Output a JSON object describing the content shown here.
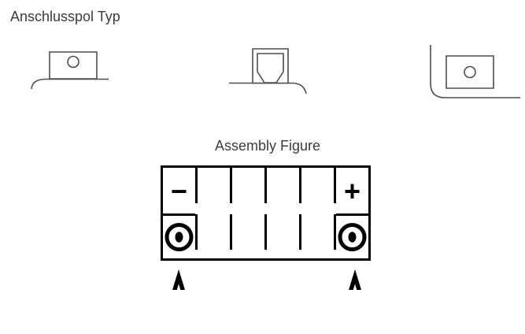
{
  "colors": {
    "page_bg": "#ffffff",
    "text": "#3c3c3c",
    "icon_stroke": "#4d4d4d",
    "diagram_stroke": "#000000"
  },
  "terminal_types": {
    "title": "Anschlusspol Typ",
    "icons": [
      "terminal-type-flat-pad-icon",
      "terminal-type-nut-icon",
      "terminal-type-recessed-pad-icon"
    ]
  },
  "assembly": {
    "title": "Assembly Figure",
    "negative_label": "−",
    "positive_label": "+",
    "cell_count": 6
  }
}
